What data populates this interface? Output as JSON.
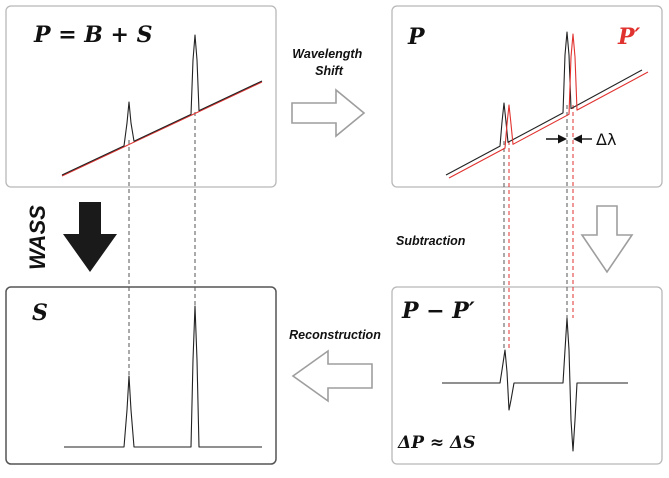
{
  "panels": {
    "top_left": {
      "equation": "P = B + S"
    },
    "top_right": {
      "label_original": "P",
      "label_shifted": "P′",
      "shift_label": "Δλ"
    },
    "bottom_right": {
      "equation": "P − P′",
      "result": "ΔP ≈ ΔS"
    },
    "bottom_left": {
      "label": "S"
    }
  },
  "steps": {
    "wavelength_shift": [
      "Wavelength",
      "Shift"
    ],
    "subtraction": "Subtraction",
    "reconstruction": "Reconstruction",
    "method": "WASS"
  },
  "colors": {
    "original_spectrum": "#222222",
    "shifted_spectrum": "#e0322f",
    "panel_border": "#b8b8b8",
    "arrow_outline": "#9e9e9e",
    "solid_arrow": "#1a1a1a"
  }
}
